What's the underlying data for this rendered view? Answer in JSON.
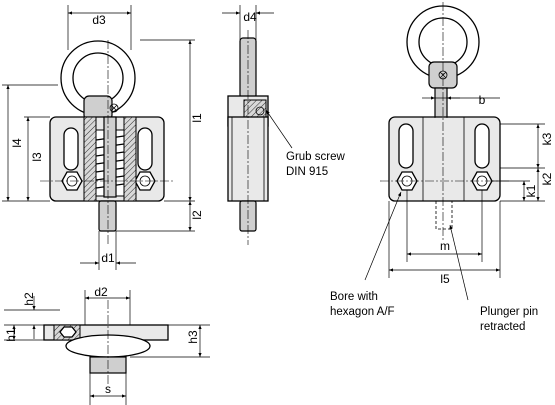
{
  "views": {
    "front": {
      "d3": "d3",
      "l4": "l4",
      "l3": "l3",
      "l1": "l1",
      "l2": "l2",
      "d1": "d1"
    },
    "side": {
      "d4": "d4",
      "grub_screw": [
        "Grub screw",
        "DIN 915"
      ]
    },
    "right": {
      "b": "b",
      "k3": "k3",
      "k2": "k2",
      "k1": "k1",
      "m": "m",
      "l5": "l5",
      "bore_note": [
        "Bore with",
        "hexagon A/F"
      ],
      "plunger_note": [
        "Plunger pin",
        "retracted"
      ]
    },
    "top": {
      "h2": "h2",
      "h1": "h1",
      "d2": "d2",
      "h3": "h3",
      "s": "s"
    }
  }
}
